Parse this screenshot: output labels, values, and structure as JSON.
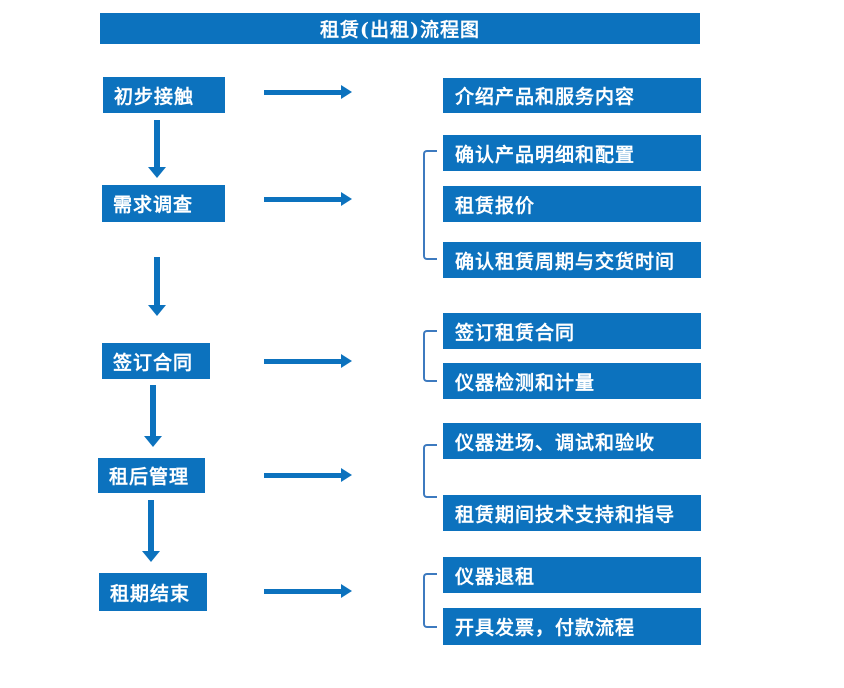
{
  "title": "租赁(出租)流程图",
  "colors": {
    "primary": "#0C72BE",
    "bracket": "#3D7ABF",
    "text": "#FFFFFF",
    "background": "#FFFFFF"
  },
  "flow": {
    "stages": [
      {
        "label": "初步接触",
        "outputs": [
          "介绍产品和服务内容"
        ]
      },
      {
        "label": "需求调查",
        "outputs": [
          "确认产品明细和配置",
          "租赁报价",
          "确认租赁周期与交货时间"
        ]
      },
      {
        "label": "签订合同",
        "outputs": [
          "签订租赁合同",
          "仪器检测和计量"
        ]
      },
      {
        "label": "租后管理",
        "outputs": [
          "仪器进场、调试和验收",
          "租赁期间技术支持和指导"
        ]
      },
      {
        "label": "租期结束",
        "outputs": [
          "仪器退租",
          "开具发票，付款流程"
        ]
      }
    ]
  }
}
